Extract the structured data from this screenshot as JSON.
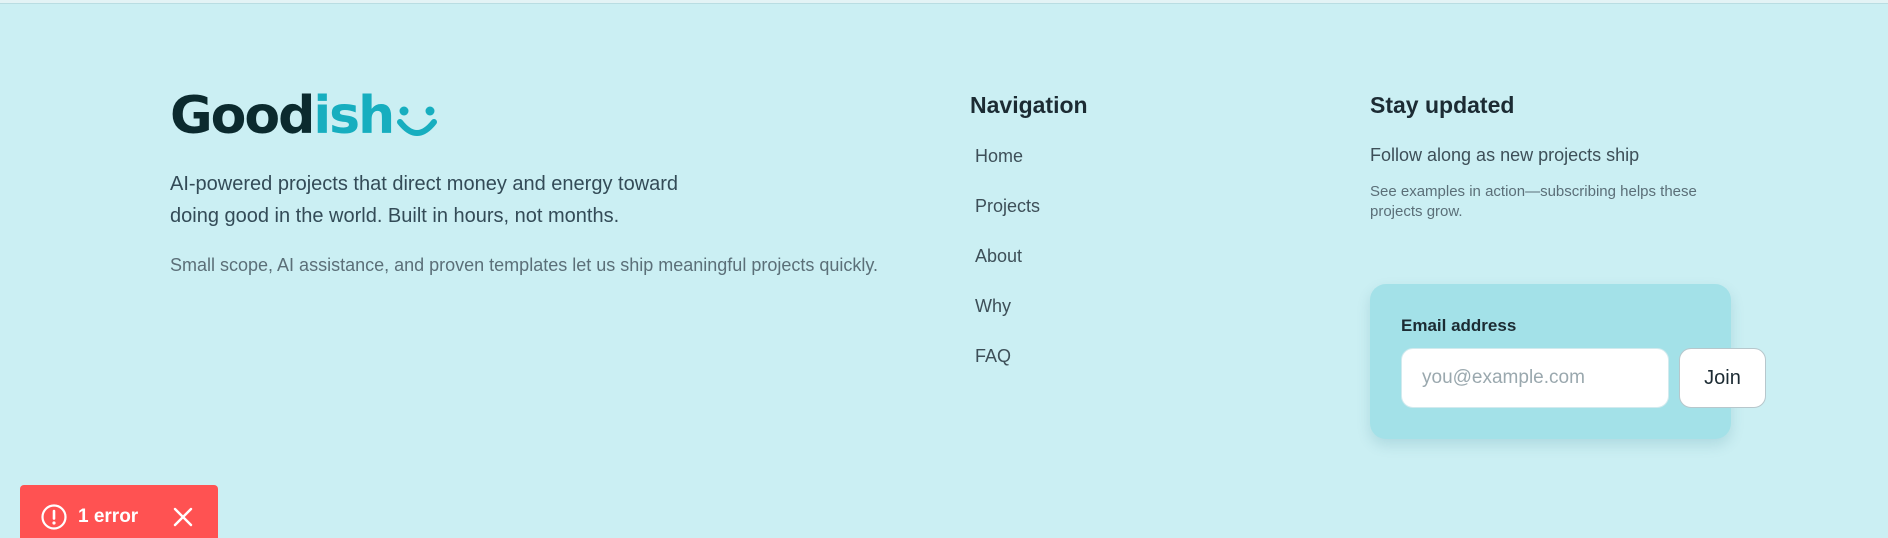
{
  "brand": {
    "logo_part1": "Good",
    "logo_part2": "ish",
    "logo_icon": "smile-icon",
    "tagline": "AI-powered projects that direct money and energy toward doing good in the world. Built in hours, not months.",
    "subline": "Small scope, AI assistance, and proven templates let us ship meaningful projects quickly."
  },
  "navigation": {
    "heading": "Navigation",
    "items": [
      {
        "label": "Home"
      },
      {
        "label": "Projects"
      },
      {
        "label": "About"
      },
      {
        "label": "Why"
      },
      {
        "label": "FAQ"
      }
    ]
  },
  "newsletter": {
    "heading": "Stay updated",
    "lead": "Follow along as new projects ship",
    "note": "See examples in action—subscribing helps these projects grow.",
    "email_label": "Email address",
    "email_placeholder": "you@example.com",
    "email_value": "",
    "join_label": "Join"
  },
  "error_toast": {
    "icon": "alert-circle-icon",
    "text": "1 error",
    "close_icon": "close-icon"
  },
  "colors": {
    "background": "#cbeff3",
    "brand_dark": "#0b2a2e",
    "brand_accent": "#17aebf",
    "card": "#a3e1e8",
    "error": "#ff5252"
  }
}
